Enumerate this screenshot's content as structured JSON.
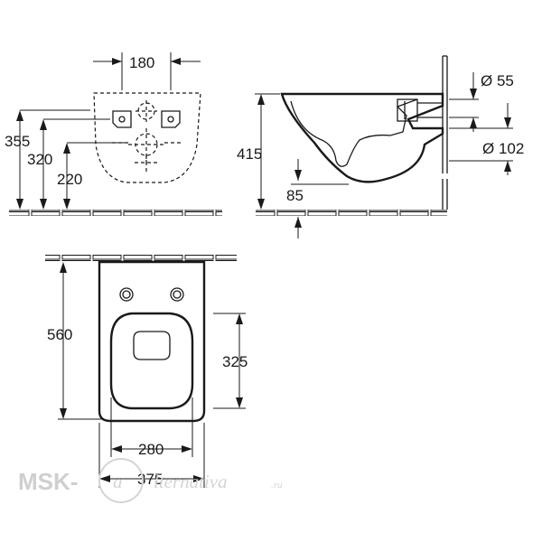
{
  "dimensions": {
    "front_width": "180",
    "front_h_355": "355",
    "front_h_320": "320",
    "front_h_220": "220",
    "side_height": "415",
    "side_85": "85",
    "side_d55": "Ø 55",
    "side_d102": "Ø 102",
    "top_length": "560",
    "top_325": "325",
    "top_280": "280",
    "top_375": "375"
  },
  "watermark": {
    "brand": "MSK-",
    "logo_letter": "a",
    "script": "lternativa",
    "tld": ".ru"
  }
}
